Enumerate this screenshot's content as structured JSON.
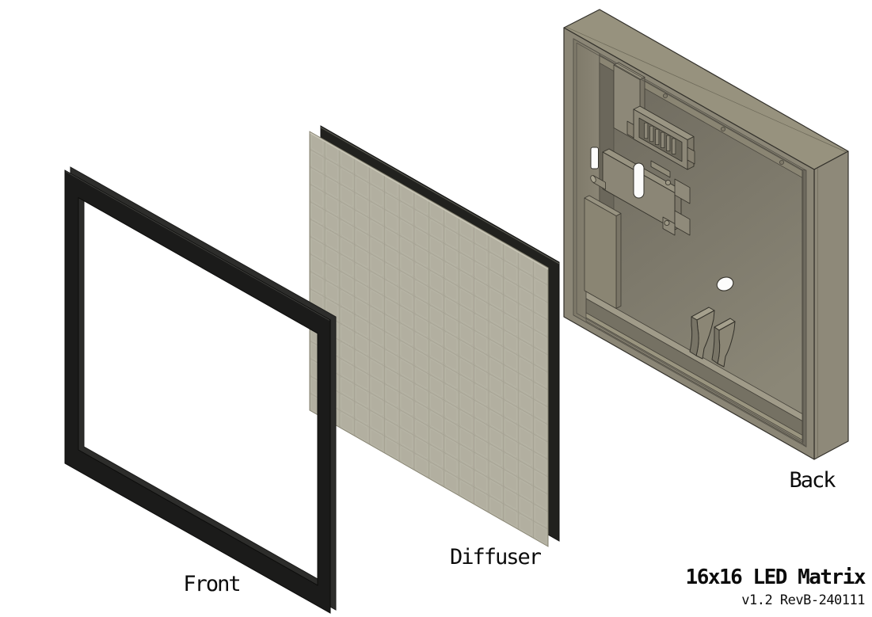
{
  "drawing": {
    "title": "16x16 LED Matrix",
    "version": "v1.2 RevB-240111"
  },
  "parts": [
    {
      "name": "front-frame",
      "label": "Front"
    },
    {
      "name": "diffuser-panel",
      "label": "Diffuser"
    },
    {
      "name": "back-enclosure",
      "label": "Back"
    }
  ],
  "matrix": {
    "rows": 16,
    "cols": 16
  },
  "colors": {
    "background": "#ffffff",
    "frame_black": "#1b1b1a",
    "frame_bevel": "#2d2d2b",
    "diffuser_face": "#b2afa0",
    "diffuser_grid_line": "#9e9b8c",
    "diffuser_edge_black": "#21211e",
    "enclosure_front": "#8b8676",
    "enclosure_top": "#97927e",
    "enclosure_side": "#8e8979",
    "enclosure_interior": "#6f6b5f",
    "outline": "#33312b",
    "text": "#0b0b0b"
  }
}
